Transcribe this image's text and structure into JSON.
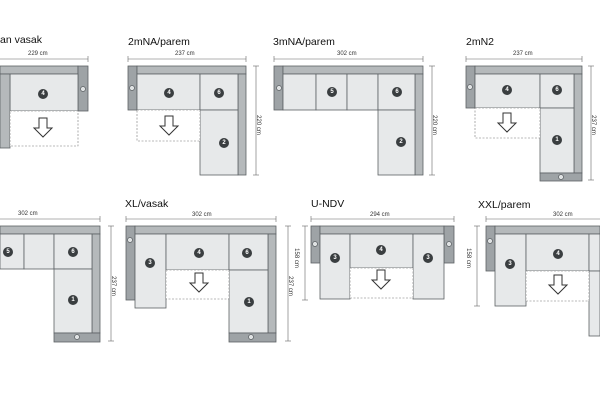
{
  "colors": {
    "seat": "#e7e9ea",
    "back": "#b5b9bb",
    "arm": "#9ea3a6",
    "stroke": "#5c6164",
    "badge": "#3a3e40",
    "badge_text": "#ffffff"
  },
  "icons": {
    "direction": "down-arrow-icon",
    "badge": "module-number-badge"
  },
  "configs": [
    {
      "id": "c1",
      "title": "an vasak",
      "width_label": "229 cm",
      "modules": [
        "4"
      ]
    },
    {
      "id": "c2",
      "title": "2mNA/parem",
      "width_label": "237 cm",
      "depth_label": "220 cm",
      "modules": [
        "4",
        "6",
        "2"
      ]
    },
    {
      "id": "c3",
      "title": "3mNA/parem",
      "width_label": "302 cm",
      "depth_label": "220 cm",
      "modules": [
        "5",
        "6",
        "2"
      ]
    },
    {
      "id": "c4",
      "title": "2mN2",
      "width_label": "237 cm",
      "depth_label": "237 cm",
      "modules": [
        "4",
        "6",
        "1"
      ]
    },
    {
      "id": "c5",
      "title": "",
      "width_label": "302 cm",
      "depth_label": "237 cm",
      "modules": [
        "5",
        "6",
        "1"
      ]
    },
    {
      "id": "c6",
      "title": "XL/vasak",
      "width_label": "302 cm",
      "depth_label": "237 cm",
      "modules": [
        "3",
        "4",
        "6",
        "1"
      ]
    },
    {
      "id": "c7",
      "title": "U-NDV",
      "width_label": "294 cm",
      "depth_label": "158 cm",
      "modules": [
        "3",
        "4",
        "3"
      ]
    },
    {
      "id": "c8",
      "title": "XXL/parem",
      "width_label": "302 cm",
      "depth_label": "158 cm",
      "modules": [
        "3",
        "4"
      ]
    }
  ]
}
